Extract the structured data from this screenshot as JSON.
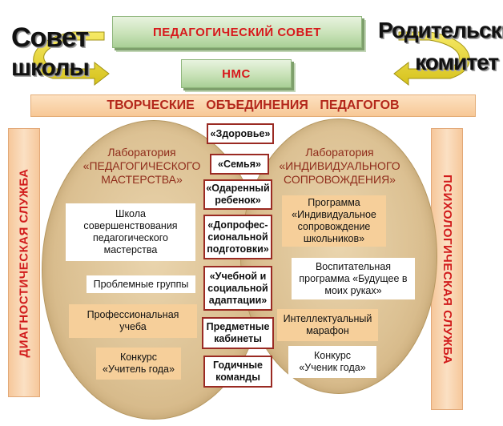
{
  "top": {
    "ped_sovet": "ПЕДАГОГИЧЕСКИЙ СОВЕТ",
    "nms": "НМС",
    "sovet_shkoly_line1": "Совет",
    "sovet_shkoly_line2": "школы",
    "rod_komitet_line1": "Родительский",
    "rod_komitet_line2": "комитет"
  },
  "tvorcheskie": "ТВОРЧЕСКИЕ ОБЪЕДИНЕНИЯ ПЕДАГОГОВ",
  "side_bands": {
    "left": "ДИАГНОСТИЧЕСКАЯ СЛУЖБА",
    "right": "ПСИХОЛОГИЧЕСКАЯ СЛУЖБА"
  },
  "left_lab": {
    "title": "Лаборатория\n«ПЕДАГОГИЧЕСКОГО\nМАСТЕРСТВА»",
    "items": [
      "Школа\nсовершенствования\nпедагогического\nмастерства",
      "Проблемные группы",
      "Профессиональная\nучеба",
      "Конкурс\n«Учитель года»"
    ]
  },
  "right_lab": {
    "title": "Лаборатория\n«ИНДИВИДУАЛЬНОГО\nСОПРОВОЖДЕНИЯ»",
    "items": [
      "Программа\n«Индивидуальное\nсопровождение\nшкольников»",
      "Воспитательная\nпрограмма «Будущее в\nмоих руках»",
      "Интеллектуальный\nмарафон",
      "Конкурс\n«Ученик года»"
    ]
  },
  "center_items": [
    "«Здоровье»",
    "«Семья»",
    "«Одаренный\nребенок»",
    "«Допрофес-\nсиональной\nподготовки»",
    "«Учебной и\nсоциальной\nадаптации»",
    "Предметные\nкабинеты",
    "Годичные\nкоманды"
  ],
  "colors": {
    "red_text": "#d7191c",
    "green_bar": "#c9e2b8",
    "peach": "#f6cf9a",
    "ellipse": "#dcc193",
    "arrow_yellow": "#f4e23a"
  }
}
